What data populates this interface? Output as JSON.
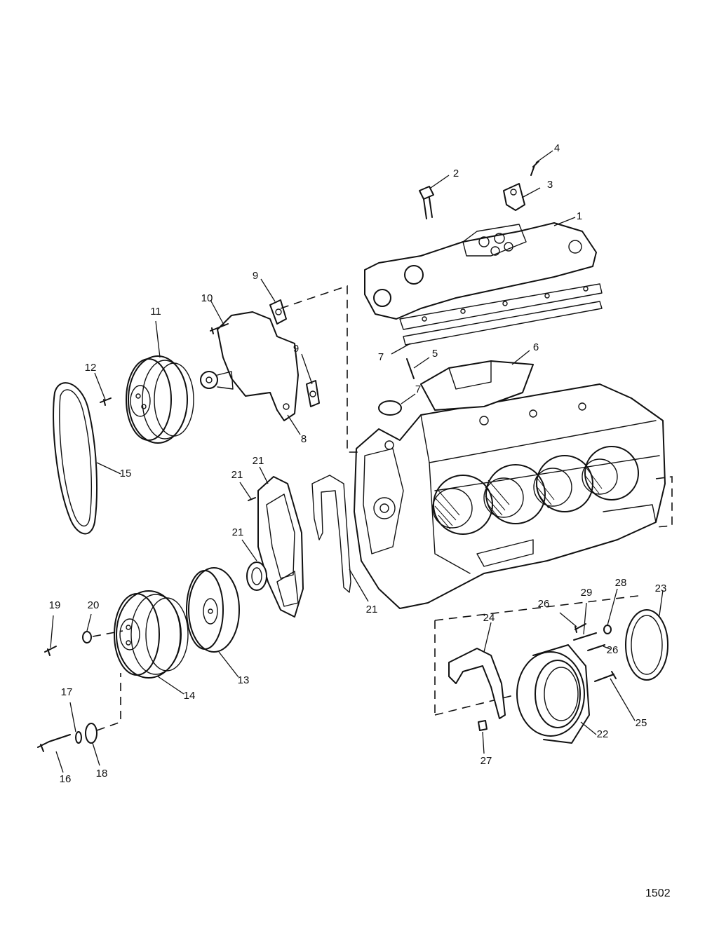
{
  "figure_number": "1502",
  "callouts": [
    {
      "id": "c1",
      "text": "1"
    },
    {
      "id": "c2",
      "text": "2"
    },
    {
      "id": "c3",
      "text": "3"
    },
    {
      "id": "c4",
      "text": "4"
    },
    {
      "id": "c5",
      "text": "5"
    },
    {
      "id": "c6",
      "text": "6"
    },
    {
      "id": "c7a",
      "text": "7"
    },
    {
      "id": "c7b",
      "text": "7"
    },
    {
      "id": "c8",
      "text": "8"
    },
    {
      "id": "c9a",
      "text": "9"
    },
    {
      "id": "c9b",
      "text": "9"
    },
    {
      "id": "c10",
      "text": "10"
    },
    {
      "id": "c11",
      "text": "11"
    },
    {
      "id": "c12",
      "text": "12"
    },
    {
      "id": "c13",
      "text": "13"
    },
    {
      "id": "c14",
      "text": "14"
    },
    {
      "id": "c15",
      "text": "15"
    },
    {
      "id": "c16",
      "text": "16"
    },
    {
      "id": "c17",
      "text": "17"
    },
    {
      "id": "c18",
      "text": "18"
    },
    {
      "id": "c19",
      "text": "19"
    },
    {
      "id": "c20",
      "text": "20"
    },
    {
      "id": "c21a",
      "text": "21"
    },
    {
      "id": "c21b",
      "text": "21"
    },
    {
      "id": "c21c",
      "text": "21"
    },
    {
      "id": "c21d",
      "text": "21"
    },
    {
      "id": "c22",
      "text": "22"
    },
    {
      "id": "c23",
      "text": "23"
    },
    {
      "id": "c24",
      "text": "24"
    },
    {
      "id": "c25",
      "text": "25"
    },
    {
      "id": "c26a",
      "text": "26"
    },
    {
      "id": "c26b",
      "text": "26"
    },
    {
      "id": "c27",
      "text": "27"
    },
    {
      "id": "c28",
      "text": "28"
    },
    {
      "id": "c29",
      "text": "29"
    }
  ]
}
